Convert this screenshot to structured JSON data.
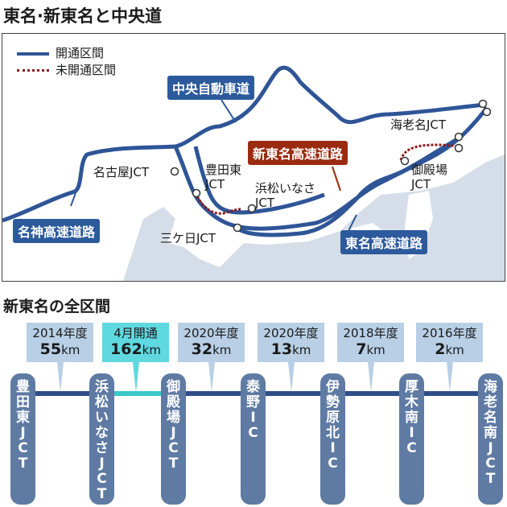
{
  "title": "東名·新東名と中央道",
  "map": {
    "legend": [
      {
        "label": "開通区間",
        "style": "solid",
        "color": "#2f5597"
      },
      {
        "label": "未開通区間",
        "style": "dotted",
        "color": "#8b1a1a"
      }
    ],
    "road_labels": {
      "chuo": "中央自動車道",
      "shintomei": "新東名高速道路",
      "meishin": "名神高速道路",
      "tomei": "東名高速道路"
    },
    "junctions": {
      "nagoya": "名古屋JCT",
      "toyotahigashi_1": "豊田東",
      "toyotahigashi_2": "JCT",
      "hamamatsu_1": "浜松いなさ",
      "hamamatsu_2": "JCT",
      "mikkabi": "三ケ日JCT",
      "gotemba_1": "御殿場",
      "gotemba_2": "JCT",
      "ebina": "海老名JCT"
    },
    "colors": {
      "road": "#2f5597",
      "unopened": "#8b1a1a",
      "sea": "#d5dee8",
      "land": "#ffffff"
    }
  },
  "section": {
    "title": "新東名の全区間",
    "segments": [
      {
        "year": "2014年度",
        "km_num": "55",
        "km_unit": "km",
        "status": "opened"
      },
      {
        "year": "4月開通",
        "km_num": "162",
        "km_unit": "km",
        "status": "new"
      },
      {
        "year": "2020年度",
        "km_num": "32",
        "km_unit": "km",
        "status": "planned"
      },
      {
        "year": "2020年度",
        "km_num": "13",
        "km_unit": "km",
        "status": "planned"
      },
      {
        "year": "2018年度",
        "km_num": "7",
        "km_unit": "km",
        "status": "planned"
      },
      {
        "year": "2016年度",
        "km_num": "2",
        "km_unit": "km",
        "status": "planned"
      }
    ],
    "stations": [
      {
        "chars": [
          "豊",
          "田",
          "東",
          "J",
          "C",
          "T"
        ]
      },
      {
        "chars": [
          "浜",
          "松",
          "い",
          "な",
          "さ",
          "J",
          "C",
          "T"
        ]
      },
      {
        "chars": [
          "御",
          "殿",
          "場",
          "J",
          "C",
          "T"
        ]
      },
      {
        "chars": [
          "泰",
          "野",
          "I",
          "C"
        ]
      },
      {
        "chars": [
          "伊",
          "勢",
          "原",
          "北",
          "I",
          "C"
        ]
      },
      {
        "chars": [
          "厚",
          "木",
          "南",
          "I",
          "C"
        ]
      },
      {
        "chars": [
          "海",
          "老",
          "名",
          "南",
          "J",
          "C",
          "T"
        ]
      }
    ],
    "colors": {
      "box": "#b8cfe6",
      "box_active": "#5fd8e0",
      "line": "#2f4e88",
      "line_active": "#38c8c8",
      "station": "#5f7ba4"
    }
  }
}
